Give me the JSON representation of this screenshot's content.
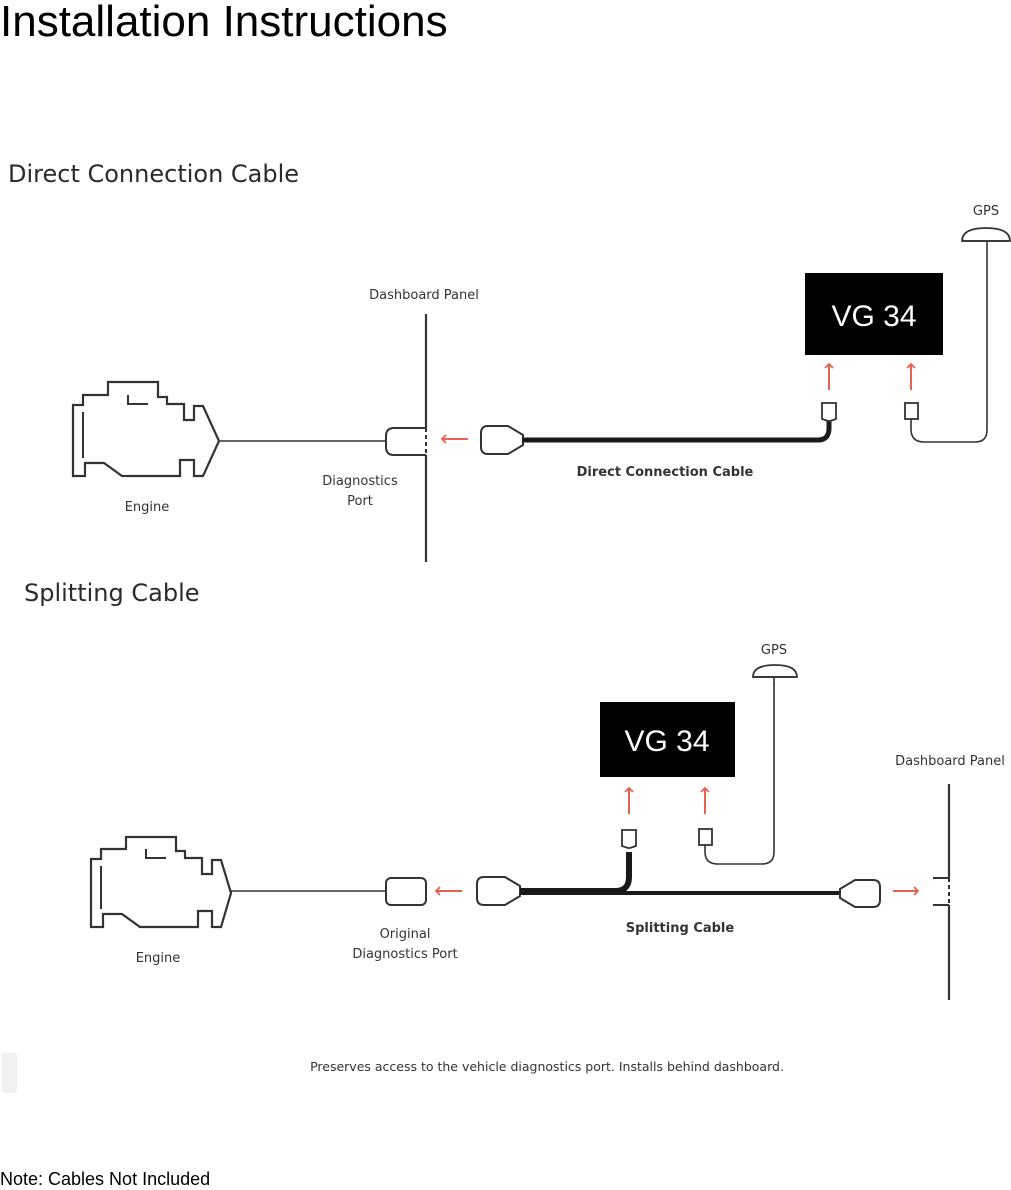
{
  "page": {
    "title": "Installation Instructions",
    "note": "Note: Cables Not Included"
  },
  "colors": {
    "arrow": "#e8624f",
    "device_bg": "#000000",
    "line": "#333333"
  },
  "direct": {
    "heading": "Direct Connection Cable",
    "gps": "GPS",
    "dashboard": "Dashboard Panel",
    "device": "VG 34",
    "engine": "Engine",
    "port_line1": "Diagnostics",
    "port_line2": "Port",
    "cable": "Direct Connection Cable"
  },
  "splitting": {
    "heading": "Splitting Cable",
    "gps": "GPS",
    "dashboard": "Dashboard Panel",
    "device": "VG 34",
    "engine": "Engine",
    "port_line1": "Original",
    "port_line2": "Diagnostics Port",
    "cable": "Splitting Cable",
    "caption": "Preserves access to the vehicle diagnostics port. Installs behind dashboard."
  }
}
